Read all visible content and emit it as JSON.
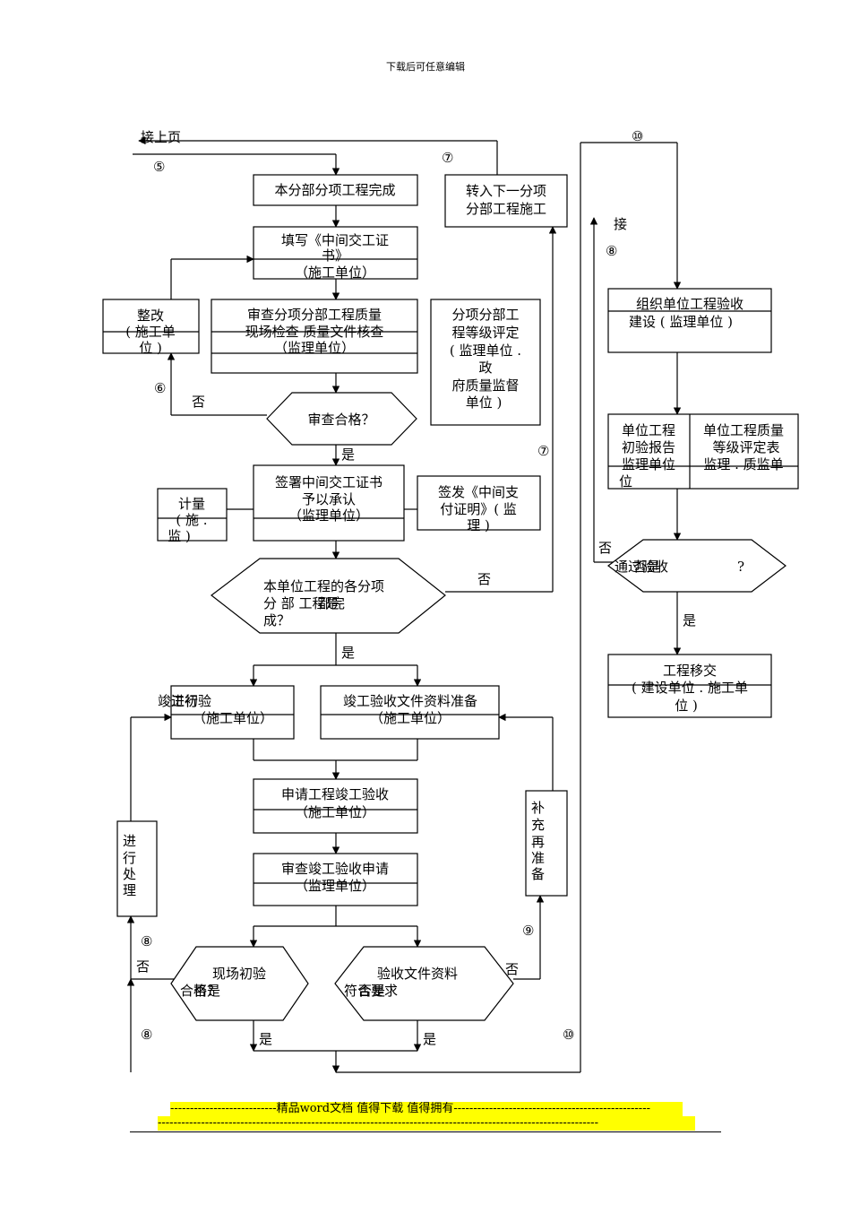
{
  "header": {
    "text": "下载后可任意编辑"
  },
  "footer": {
    "line1": "---------------------------精品word文档 值得下载 值得拥有--------------------------------------------------",
    "line2": "----------------------------------------------------------------------------------------------------------------"
  },
  "labels": {
    "jie_shang_ye": "接上页",
    "c5": "⑤",
    "c7a": "⑦",
    "c7b": "⑦",
    "c10a": "⑩",
    "c10b": "⑩",
    "jie": "接",
    "c8a": "⑧",
    "c8b": "⑧",
    "c8c": "⑧",
    "c6": "⑥",
    "c9": "⑨",
    "no1": "否",
    "yes1": "是",
    "no2": "否",
    "yes2": "是",
    "no3": "否",
    "yes3": "是",
    "no4": "否",
    "no5": "否",
    "yes4": "是",
    "yes5": "是"
  },
  "boxes": {
    "complete": "本分部分项工程完成",
    "transfer": [
      "转入下一分项",
      "分部工程施工"
    ],
    "fill_cert": [
      "填写《中间交工证",
      "书》",
      "（施工单位）"
    ],
    "rectify": [
      "整改",
      "( 施工单",
      "位 )"
    ],
    "review_quality": [
      "审查分项分部工程质量",
      "现场检查    质量文件核查",
      "（监理单位）"
    ],
    "grade_eval": [
      "分项分部工",
      "程等级评定",
      "( 监理单位 .",
      "政",
      "府质量监督",
      "单位 )"
    ],
    "review_ok": "审查合格？",
    "sign_cert": [
      "签署中间交工证书",
      "予以承认",
      "（监理单位）"
    ],
    "measure": [
      "计量",
      "(  施  .",
      "监 )"
    ],
    "pay_cert": [
      "签发《中间支",
      "付证明》( 监",
      "理 )"
    ],
    "all_done": [
      "本单位工程的各分项",
      "分 部 工程是",
      "成？"
    ],
    "all_done_overlap": "都完",
    "prelim_check": [
      "竣工初验",
      "（施工单位）"
    ],
    "prelim_overlap": "进行",
    "docs_prep": [
      "竣工验收文件资料准备",
      "（施工单位）"
    ],
    "apply_accept": [
      "申请工程竣工验收",
      "（施工单位）"
    ],
    "review_apply": [
      "审查竣工验收申请",
      "（监理单位）"
    ],
    "handle": [
      "进",
      "行",
      "处",
      "理"
    ],
    "supplement": [
      "补",
      "充",
      "再",
      "准",
      "备"
    ],
    "site_ok": [
      "现场初验",
      "合格？"
    ],
    "site_ok_overlap": "否是",
    "docs_ok": [
      "验收文件资料",
      "符合要求"
    ],
    "docs_ok_overlap": "否是",
    "org_accept": [
      "组织单位工程验收",
      "建设 ( 监理单位 )"
    ],
    "prelim_report": [
      "单位工程",
      "初验报告",
      "监理单位",
      "位"
    ],
    "quality_table": [
      "单位工程质量",
      "等级评定表",
      "监理 . 质监单"
    ],
    "pass_accept": [
      "通过验收",
      "?"
    ],
    "pass_overlap": "否是",
    "handover": [
      "工程移交",
      "( 建设单位 . 施工单",
      "位 )"
    ]
  }
}
